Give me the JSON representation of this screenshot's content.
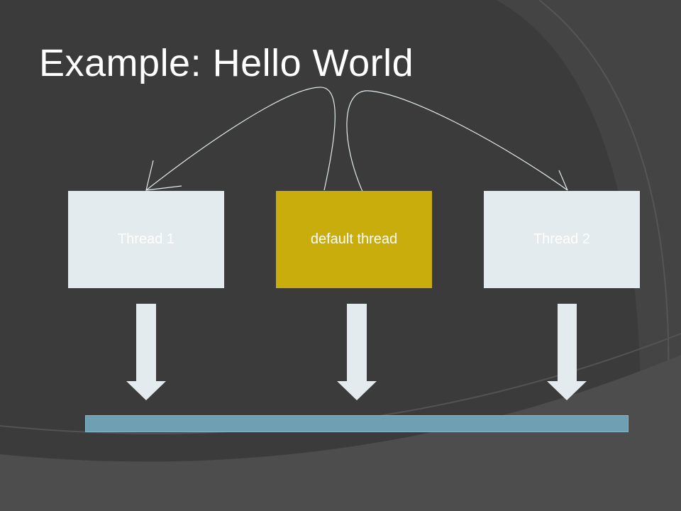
{
  "slide": {
    "title": "Example: Hello World"
  },
  "diagram": {
    "nodes": [
      {
        "id": "thread1",
        "label": "Thread 1",
        "fill": "#e3ebee"
      },
      {
        "id": "default",
        "label": "default thread",
        "fill": "#c9ad0d"
      },
      {
        "id": "thread2",
        "label": "Thread 2",
        "fill": "#e3ebee"
      }
    ],
    "edges": [
      {
        "from": "default",
        "to": "thread1"
      },
      {
        "from": "default",
        "to": "thread2"
      }
    ],
    "timeline_color": "#6e9fb2",
    "arrow_color": "#e3ebee",
    "background_color": "#3b3b3b"
  }
}
